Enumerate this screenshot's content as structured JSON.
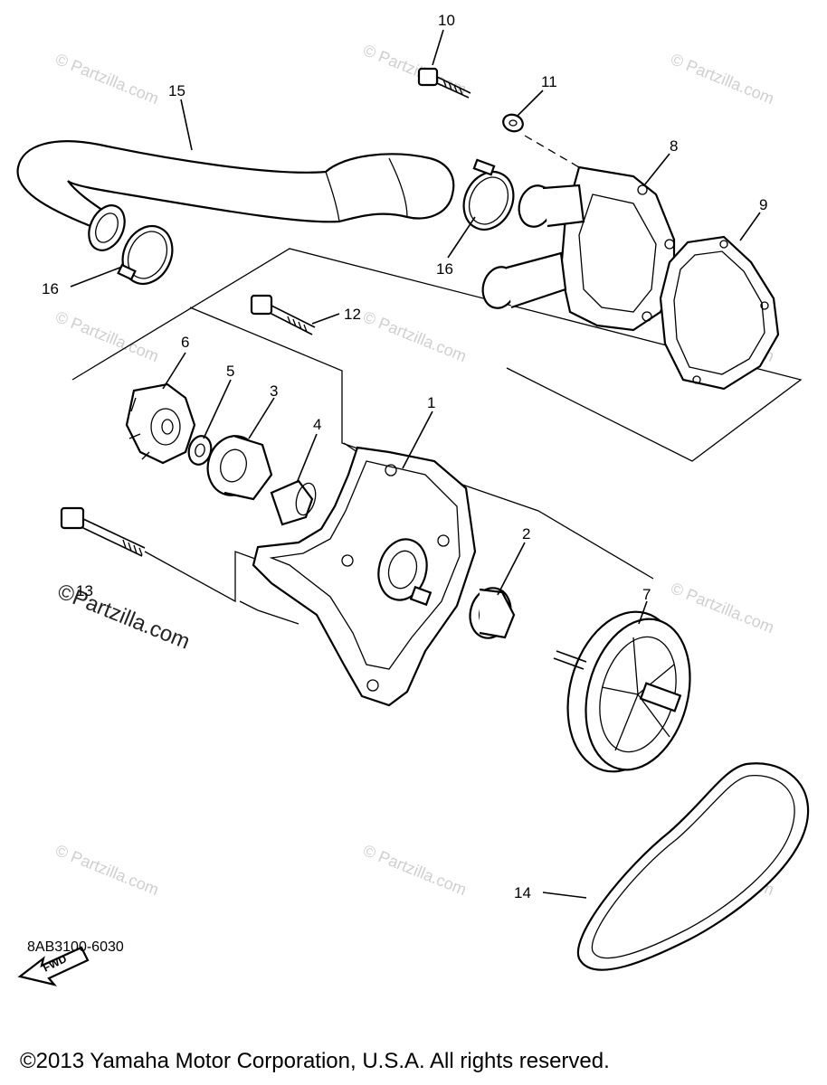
{
  "diagram": {
    "callouts": {
      "c1": "1",
      "c2": "2",
      "c3": "3",
      "c4": "4",
      "c5": "5",
      "c6": "6",
      "c7": "7",
      "c8": "8",
      "c9": "9",
      "c10": "10",
      "c11": "11",
      "c12": "12",
      "c13": "13",
      "c14": "14",
      "c15": "15",
      "c16a": "16",
      "c16b": "16"
    },
    "fwd_label": "FWD",
    "watermark_text": "© Partzilla.com",
    "watermark_main": "©Partzilla.com",
    "drawing_code": "8AB3100-6030",
    "copyright": "©2013  Yamaha Motor Corporation, U.S.A. All rights reserved."
  }
}
